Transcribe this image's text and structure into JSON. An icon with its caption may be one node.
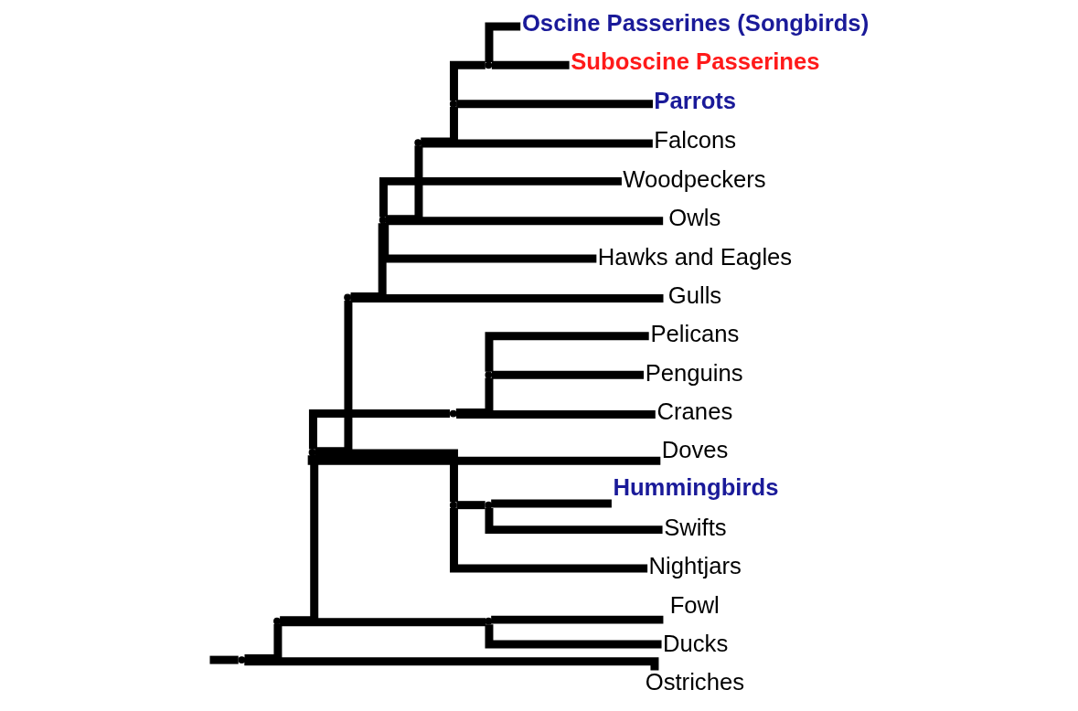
{
  "diagram": {
    "nodes": [
      {
        "text": [
          "Oscine Passerines (Songbirds)"
        ]
      },
      {
        "text": [
          "Suboscine Passerines"
        ]
      },
      {
        "text": [
          "Parrots"
        ]
      },
      {
        "text": [
          "Falcons"
        ]
      },
      {
        "text": [
          "Woodpeckers"
        ]
      },
      {
        "text": [
          "Owls"
        ]
      },
      {
        "text": [
          "Hawks and Eagles"
        ]
      },
      {
        "text": [
          "Gulls"
        ]
      },
      {
        "text": [
          "Pelicans"
        ]
      },
      {
        "text": [
          "Penguins"
        ]
      },
      {
        "text": [
          "Cranes"
        ]
      },
      {
        "text": [
          "Doves"
        ]
      },
      {
        "text": [
          "Hummingbirds"
        ]
      },
      {
        "text": [
          "Swifts"
        ]
      },
      {
        "text": [
          "Nightjars"
        ]
      },
      {
        "text": [
          "Fowl"
        ]
      },
      {
        "text": [
          "Ducks"
        ]
      },
      {
        "text": [
          "Ostriches"
        ]
      },
      {
        "text": [],
        "shape": "point"
      },
      {
        "text": [],
        "shape": "point"
      },
      {
        "text": [],
        "shape": "point"
      },
      {
        "text": [],
        "shape": "point"
      },
      {
        "text": [],
        "shape": "point"
      },
      {
        "text": [],
        "shape": "point"
      },
      {
        "text": [],
        "shape": "point"
      },
      {
        "text": [],
        "shape": "point"
      },
      {
        "text": [],
        "shape": "point"
      },
      {
        "text": [],
        "shape": "point"
      },
      {
        "text": [],
        "shape": "point"
      },
      {
        "text": [],
        "shape": "point"
      },
      {
        "text": [],
        "shape": "point"
      }
    ],
    "edges": [
      {
        "from": null,
        "to": 18,
        "arrow": "none"
      },
      {
        "from": 18,
        "to": 19,
        "arrow": "none"
      },
      {
        "from": 18,
        "to": 17,
        "arrow": "none"
      },
      {
        "from": 19,
        "to": 20,
        "arrow": "none"
      },
      {
        "from": 19,
        "to": 21,
        "arrow": "none"
      },
      {
        "from": 21,
        "to": 15,
        "arrow": "none"
      },
      {
        "from": 21,
        "to": 16,
        "arrow": "none"
      },
      {
        "from": 20,
        "to": 22,
        "arrow": "none"
      },
      {
        "from": 20,
        "to": 23,
        "arrow": "none"
      },
      {
        "from": 20,
        "to": 11,
        "arrow": "none"
      },
      {
        "from": 20,
        "to": 28,
        "arrow": "none"
      },
      {
        "from": 22,
        "to": 24,
        "arrow": "none"
      },
      {
        "from": 22,
        "to": 7,
        "arrow": "none"
      },
      {
        "from": 24,
        "to": 26,
        "arrow": "none"
      },
      {
        "from": 24,
        "to": 4,
        "arrow": "none"
      },
      {
        "from": 24,
        "to": 5,
        "arrow": "none"
      },
      {
        "from": 24,
        "to": 6,
        "arrow": "none"
      },
      {
        "from": 26,
        "to": 27,
        "arrow": "none"
      },
      {
        "from": 26,
        "to": 3,
        "arrow": "none"
      },
      {
        "from": 27,
        "to": 29,
        "arrow": "none"
      },
      {
        "from": 27,
        "to": 2,
        "arrow": "none"
      },
      {
        "from": 29,
        "to": 0,
        "arrow": "none"
      },
      {
        "from": 29,
        "to": 1,
        "arrow": "none"
      },
      {
        "from": 23,
        "to": 25,
        "arrow": "none"
      },
      {
        "from": 23,
        "to": 10,
        "arrow": "none"
      },
      {
        "from": 25,
        "to": 8,
        "arrow": "none"
      },
      {
        "from": 25,
        "to": 9,
        "arrow": "none"
      },
      {
        "from": 28,
        "to": 30,
        "arrow": "none"
      },
      {
        "from": 28,
        "to": 14,
        "arrow": "none"
      },
      {
        "from": 30,
        "to": 12,
        "arrow": "none"
      },
      {
        "from": 30,
        "to": 13,
        "arrow": "none"
      }
    ]
  }
}
